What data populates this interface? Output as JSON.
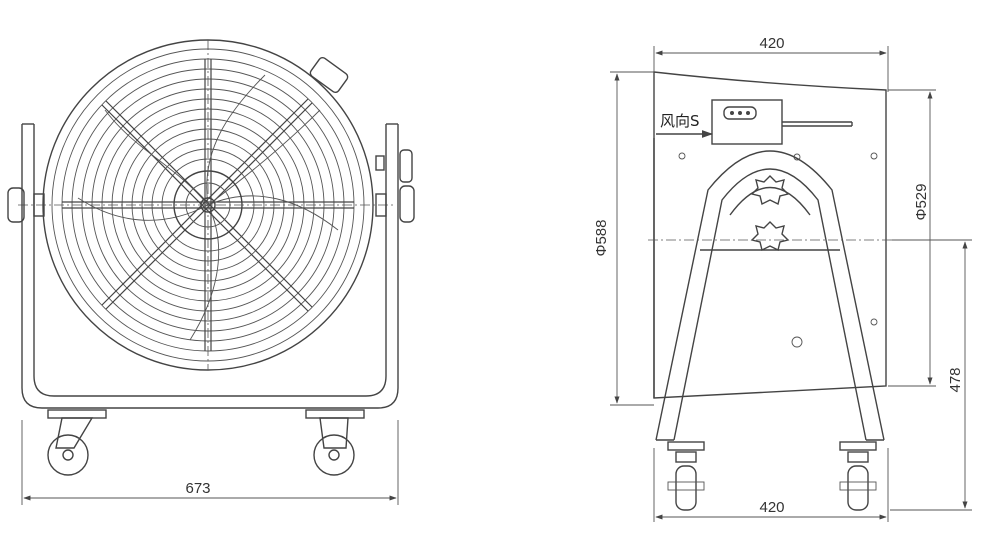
{
  "front_view": {
    "width_label": "673"
  },
  "side_view": {
    "top_width_label": "420",
    "bottom_width_label": "420",
    "outer_diameter_label": "Φ588",
    "inner_diameter_label": "Φ529",
    "height_label": "478",
    "airflow_label": "风向S"
  }
}
